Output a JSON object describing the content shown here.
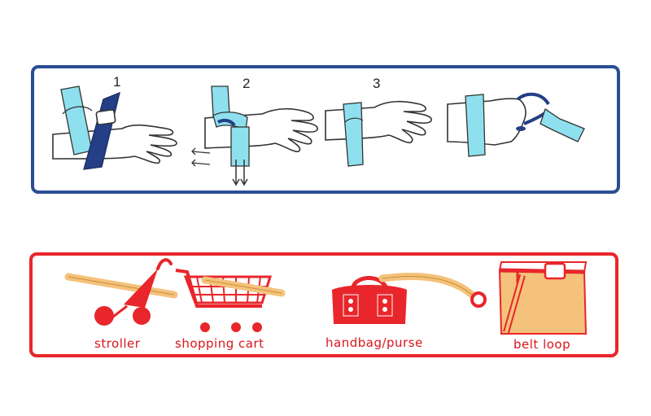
{
  "colors": {
    "steps_border": "#2a4e94",
    "uses_border": "#e8262b",
    "strap_light": "#8fe0ee",
    "strap_dark": "#243f86",
    "usage_red": "#e8262b",
    "usage_strap": "#f4c27a",
    "outline": "#333333"
  },
  "steps": [
    {
      "number": "1",
      "icon": "hand-with-strap-icon"
    },
    {
      "number": "2",
      "icon": "hand-wrapping-strap-icon"
    },
    {
      "number": "3",
      "icon": "hand-strap-fastened-icon"
    },
    {
      "number": "",
      "icon": "hand-strap-leash-icon"
    }
  ],
  "uses": [
    {
      "label": "stroller",
      "icon": "stroller-icon"
    },
    {
      "label": "shopping cart",
      "icon": "shopping-cart-icon"
    },
    {
      "label": "handbag/purse",
      "icon": "handbag-icon"
    },
    {
      "label": "belt loop",
      "icon": "belt-loop-icon"
    }
  ]
}
